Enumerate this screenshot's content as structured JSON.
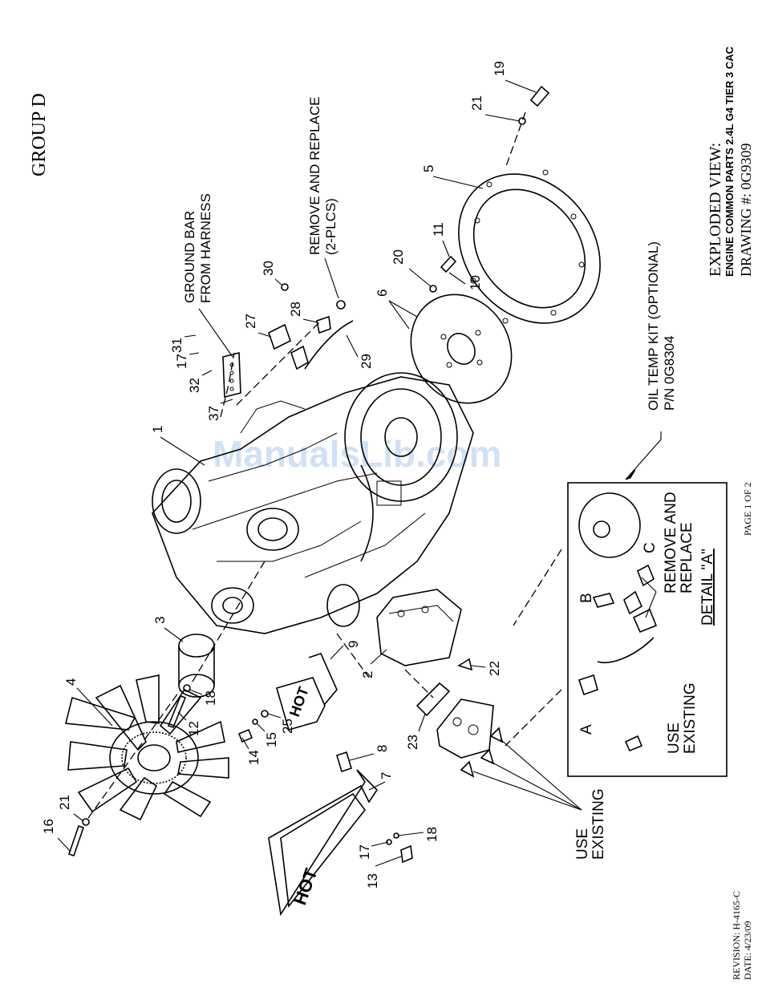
{
  "group_title": "GROUP D",
  "title_block": {
    "line1": "EXPLODED VIEW:",
    "line2": "ENGINE COMMON PARTS 2.4L G4 TIER 3 CAC",
    "line3": "DRAWING #: 0G9309"
  },
  "page_label": "PAGE 1 OF 2",
  "revision": "REVISION: H-4165-C",
  "date": "DATE: 4/23/09",
  "watermark": "ManualsLib.com",
  "callouts": {
    "ground_bar_1": "GROUND BAR",
    "ground_bar_2": "FROM HARNESS",
    "remove_replace_1": "REMOVE AND REPLACE",
    "remove_replace_2": "(2-PLCS)",
    "oil_temp_1": "OIL TEMP KIT (OPTIONAL)",
    "oil_temp_2": "P/N 0G8304",
    "use_existing_1": "USE",
    "use_existing_2": "EXISTING",
    "detail_use_1": "USE",
    "detail_use_2": "EXISTING",
    "detail_rr_1": "REMOVE AND",
    "detail_rr_2": "REPLACE",
    "detail_title": "DETAIL \"A\""
  },
  "hot_labels": [
    "HOT",
    "HOT"
  ],
  "detail_letters": [
    "A",
    "B",
    "C"
  ],
  "part_numbers": {
    "p1": "1",
    "p2": "2",
    "p3": "3",
    "p4": "4",
    "p5": "5",
    "p6": "6",
    "p7": "7",
    "p8": "8",
    "p9": "9",
    "p10": "10",
    "p11": "11",
    "p12": "12",
    "p13": "13",
    "p14": "14",
    "p15": "15",
    "p16": "16",
    "p17a": "17",
    "p17b": "17",
    "p18a": "18",
    "p18b": "18",
    "p19": "19",
    "p20": "20",
    "p21a": "21",
    "p21b": "21",
    "p22": "22",
    "p23": "23",
    "p25": "25",
    "p27": "27",
    "p28": "28",
    "p29": "29",
    "p30": "30",
    "p31": "31",
    "p32": "32",
    "p37": "37"
  }
}
